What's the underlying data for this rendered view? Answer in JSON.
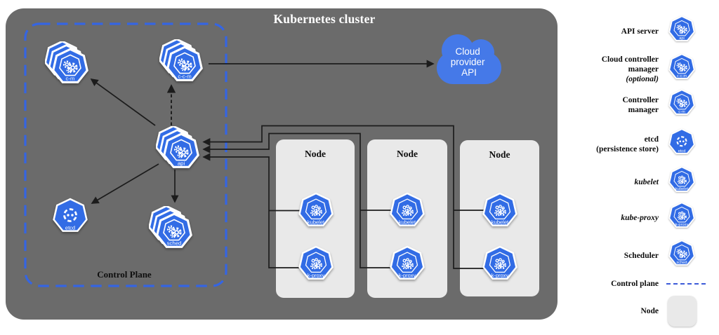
{
  "title": "Kubernetes cluster",
  "cluster": {
    "control_plane": {
      "label": "Control Plane",
      "components": [
        {
          "name": "controller-manager",
          "label": "c-m",
          "stacked": true,
          "glyph": "gears"
        },
        {
          "name": "cloud-controller-manager",
          "label": "c-c-m",
          "stacked": true,
          "glyph": "gears"
        },
        {
          "name": "api-server",
          "label": "api",
          "stacked": true,
          "glyph": "gears"
        },
        {
          "name": "etcd",
          "label": "etcd",
          "stacked": false,
          "glyph": "etcd"
        },
        {
          "name": "scheduler",
          "label": "sched",
          "stacked": true,
          "glyph": "gears"
        }
      ]
    },
    "cloud": {
      "name": "cloud-provider-api",
      "lines": [
        "Cloud",
        "provider",
        "API"
      ]
    },
    "nodes": [
      {
        "title": "Node",
        "components": [
          {
            "name": "kubelet",
            "label": "kubelet",
            "glyph": "kubelet"
          },
          {
            "name": "kube-proxy",
            "label": "k-proxy",
            "glyph": "kubelet"
          }
        ]
      },
      {
        "title": "Node",
        "components": [
          {
            "name": "kubelet",
            "label": "kubelet",
            "glyph": "kubelet"
          },
          {
            "name": "kube-proxy",
            "label": "k-proxy",
            "glyph": "kubelet"
          }
        ]
      },
      {
        "title": "Node",
        "components": [
          {
            "name": "kubelet",
            "label": "kubelet",
            "glyph": "kubelet"
          },
          {
            "name": "kube-proxy",
            "label": "k-proxy",
            "glyph": "kubelet"
          }
        ]
      }
    ]
  },
  "legend": [
    {
      "name": "api-server",
      "lines": [
        {
          "text": "API server"
        }
      ],
      "icon": {
        "label": "api",
        "glyph": "gears"
      }
    },
    {
      "name": "cloud-controller-manager",
      "lines": [
        {
          "text": "Cloud controller"
        },
        {
          "text": "manager"
        },
        {
          "text": "(optional)",
          "italic": true
        }
      ],
      "icon": {
        "label": "c-c-m",
        "glyph": "gears"
      }
    },
    {
      "name": "controller-manager",
      "lines": [
        {
          "text": "Controller"
        },
        {
          "text": "manager"
        }
      ],
      "icon": {
        "label": "c-m",
        "glyph": "gears"
      }
    },
    {
      "name": "etcd",
      "lines": [
        {
          "text": "etcd"
        },
        {
          "text": "(persistence store)"
        }
      ],
      "icon": {
        "label": "etcd",
        "glyph": "etcd"
      }
    },
    {
      "name": "kubelet",
      "lines": [
        {
          "text": "kubelet",
          "italic": true
        }
      ],
      "icon": {
        "label": "kubelet",
        "glyph": "kubelet"
      }
    },
    {
      "name": "kube-proxy",
      "lines": [
        {
          "text": "kube-proxy",
          "italic": true
        }
      ],
      "icon": {
        "label": "k-proxy",
        "glyph": "kubelet"
      }
    },
    {
      "name": "scheduler",
      "lines": [
        {
          "text": "Scheduler"
        }
      ],
      "icon": {
        "label": "sched",
        "glyph": "gears"
      }
    },
    {
      "name": "control-plane-line",
      "lines": [
        {
          "text": "Control plane"
        }
      ],
      "swatch": "dashed-line"
    },
    {
      "name": "node-box",
      "lines": [
        {
          "text": "Node"
        }
      ],
      "swatch": "node-box"
    }
  ],
  "colors": {
    "kubernetes_blue": "#326CE5",
    "cluster_background": "#6b6b6b",
    "node_background": "#e9e9e9",
    "cloud_blue": "#4579e8",
    "control_plane_dash": "#3565e2",
    "connector": "#1c1c1c"
  }
}
